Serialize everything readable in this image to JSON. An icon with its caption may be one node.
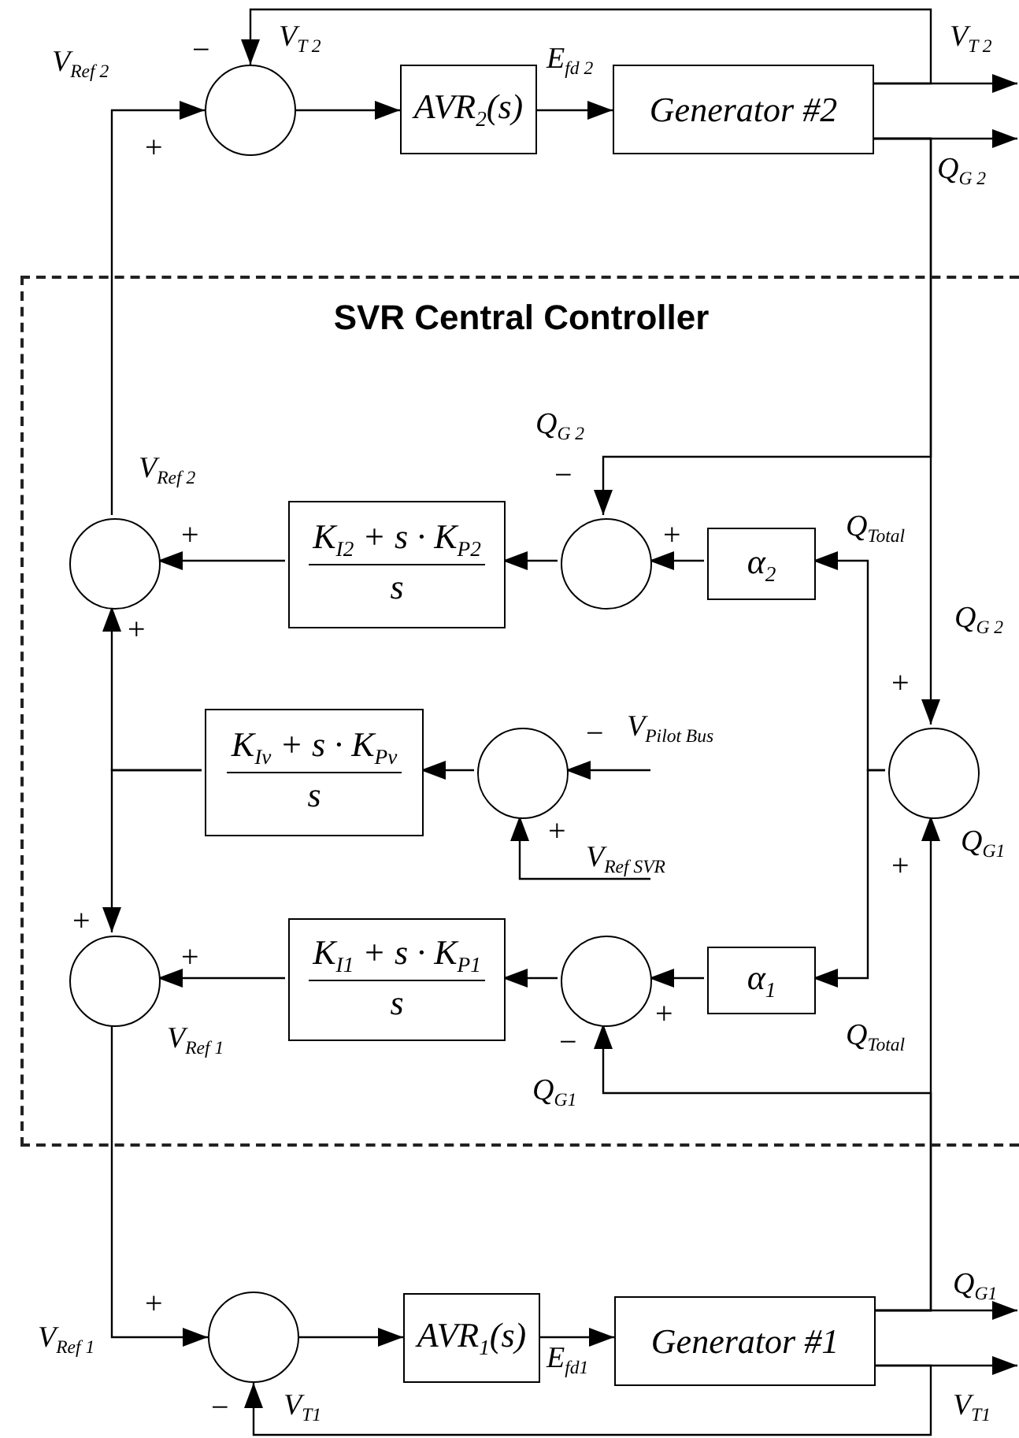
{
  "diagram": {
    "nodes": [
      {
        "text": [],
        "shape": "circle"
      },
      {
        "text": [
          "AVR$_{2}$(s)"
        ]
      },
      {
        "text": [
          "Generator #2"
        ]
      },
      {
        "text": [
          "SVR Central Controller"
        ]
      },
      {
        "text": [],
        "shape": "circle",
        "in": 3
      },
      {
        "text": [
          "K$_{I2}$ + s · K$_{P2}$",
          "s"
        ],
        "in": 3
      },
      {
        "text": [],
        "shape": "circle",
        "in": 3
      },
      {
        "text": [
          "α$_{2}$"
        ],
        "in": 3
      },
      {
        "text": [
          "K$_{Iv}$ + s · K$_{Pv}$",
          "s"
        ],
        "in": 3
      },
      {
        "text": [],
        "shape": "circle",
        "in": 3
      },
      {
        "text": [],
        "shape": "circle",
        "in": 3
      },
      {
        "text": [],
        "shape": "circle",
        "in": 3
      },
      {
        "text": [
          "K$_{I1}$ + s · K$_{P1}$",
          "s"
        ],
        "in": 3
      },
      {
        "text": [],
        "shape": "circle",
        "in": 3
      },
      {
        "text": [
          "α$_{1}$"
        ],
        "in": 3
      },
      {
        "text": [],
        "shape": "circle"
      },
      {
        "text": [
          "AVR$_{1}$(s)"
        ]
      },
      {
        "text": [
          "Generator #1"
        ]
      }
    ],
    "edges": [
      {
        "from": 0,
        "to": 1,
        "arrow": "to"
      },
      {
        "from": 1,
        "to": 2,
        "arrow": "to",
        "label": "E$_{fd 2}$"
      },
      {
        "from": 2,
        "to": null,
        "arrow": "to",
        "label": "V$_{T 2}$"
      },
      {
        "from": 2,
        "to": null,
        "arrow": "to",
        "label": "Q$_{G 2}$"
      },
      {
        "from": 2,
        "to": 0,
        "arrow": "to",
        "label": "V$_{T 2}$"
      },
      {
        "from": 2,
        "to": 6,
        "arrow": "to",
        "label": "Q$_{G 2}$"
      },
      {
        "from": 2,
        "to": 10,
        "arrow": "to",
        "label": "Q$_{G 2}$"
      },
      {
        "from": 10,
        "to": 7,
        "arrow": "to",
        "label": "Q$_{Total}$"
      },
      {
        "from": 10,
        "to": 14,
        "arrow": "to",
        "label": "Q$_{Total}$"
      },
      {
        "from": 7,
        "to": 6,
        "arrow": "to"
      },
      {
        "from": 6,
        "to": 5,
        "arrow": "to"
      },
      {
        "from": 5,
        "to": 4,
        "arrow": "to"
      },
      {
        "from": null,
        "to": 9,
        "arrow": "to",
        "label": "V$_{Pilot Bus}$"
      },
      {
        "from": null,
        "to": 9,
        "arrow": "to",
        "label": "V$_{Ref SVR}$"
      },
      {
        "from": 9,
        "to": 8,
        "arrow": "to"
      },
      {
        "from": 8,
        "to": 4,
        "arrow": "to"
      },
      {
        "from": 8,
        "to": 11,
        "arrow": "to"
      },
      {
        "from": 14,
        "to": 13,
        "arrow": "to"
      },
      {
        "from": 13,
        "to": 12,
        "arrow": "to"
      },
      {
        "from": 12,
        "to": 11,
        "arrow": "to"
      },
      {
        "from": 17,
        "to": 13,
        "arrow": "to",
        "label": "Q$_{G1}$"
      },
      {
        "from": 17,
        "to": 10,
        "arrow": "to",
        "label": "Q$_{G1}$"
      },
      {
        "from": 4,
        "to": 0,
        "arrow": "to",
        "label": "V$_{Ref 2}$"
      },
      {
        "from": 11,
        "to": 15,
        "arrow": "to",
        "label": "V$_{Ref 1}$"
      },
      {
        "from": 15,
        "to": 16,
        "arrow": "to"
      },
      {
        "from": 16,
        "to": 17,
        "arrow": "to",
        "label": "E$_{fd1}$"
      },
      {
        "from": 17,
        "to": null,
        "arrow": "to",
        "label": "Q$_{G1}$"
      },
      {
        "from": 17,
        "to": null,
        "arrow": "to",
        "label": "V$_{T1}$"
      },
      {
        "from": 17,
        "to": 15,
        "arrow": "to",
        "label": "V$_{T1}$"
      }
    ],
    "labels": [
      "−",
      "+",
      "V$_{Ref 2}$",
      "−",
      "+",
      "+",
      "+",
      "+",
      "−",
      "+",
      "+",
      "+",
      "+",
      "V$_{Ref 1}$",
      "+",
      "−",
      "+",
      "−"
    ]
  }
}
